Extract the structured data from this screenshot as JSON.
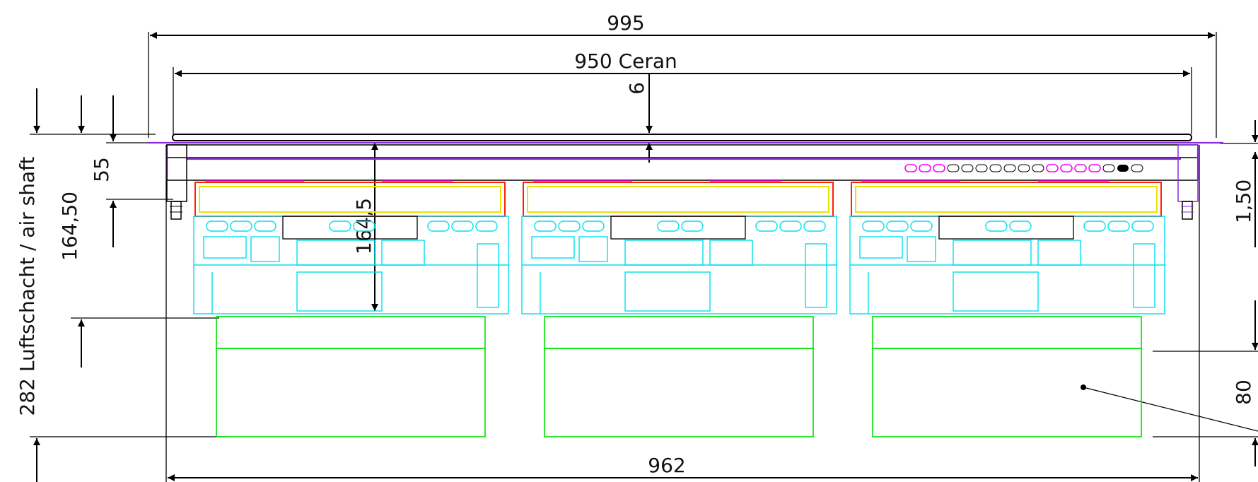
{
  "drawing": {
    "title": "",
    "dimensions": {
      "overall_width": "995",
      "ceran_width": "950 Ceran",
      "glass_thickness": "6",
      "depth_55": "55",
      "depth_164_50": "164,50",
      "total_height_label": "282  Luftschacht / air shaft",
      "inner_164_5": "164,5",
      "right_1_50": "1,50",
      "right_80": "80",
      "bottom_width": "962"
    },
    "modules": [
      "module-left",
      "module-center",
      "module-right"
    ],
    "colors": {
      "dimension": "#000000",
      "electronics": "#00e0f0",
      "fan_box": "#00e000",
      "frame": "#8a2be2",
      "heater": "#ff2000",
      "coil": "#f0e000",
      "magenta": "#ff00ff"
    }
  }
}
